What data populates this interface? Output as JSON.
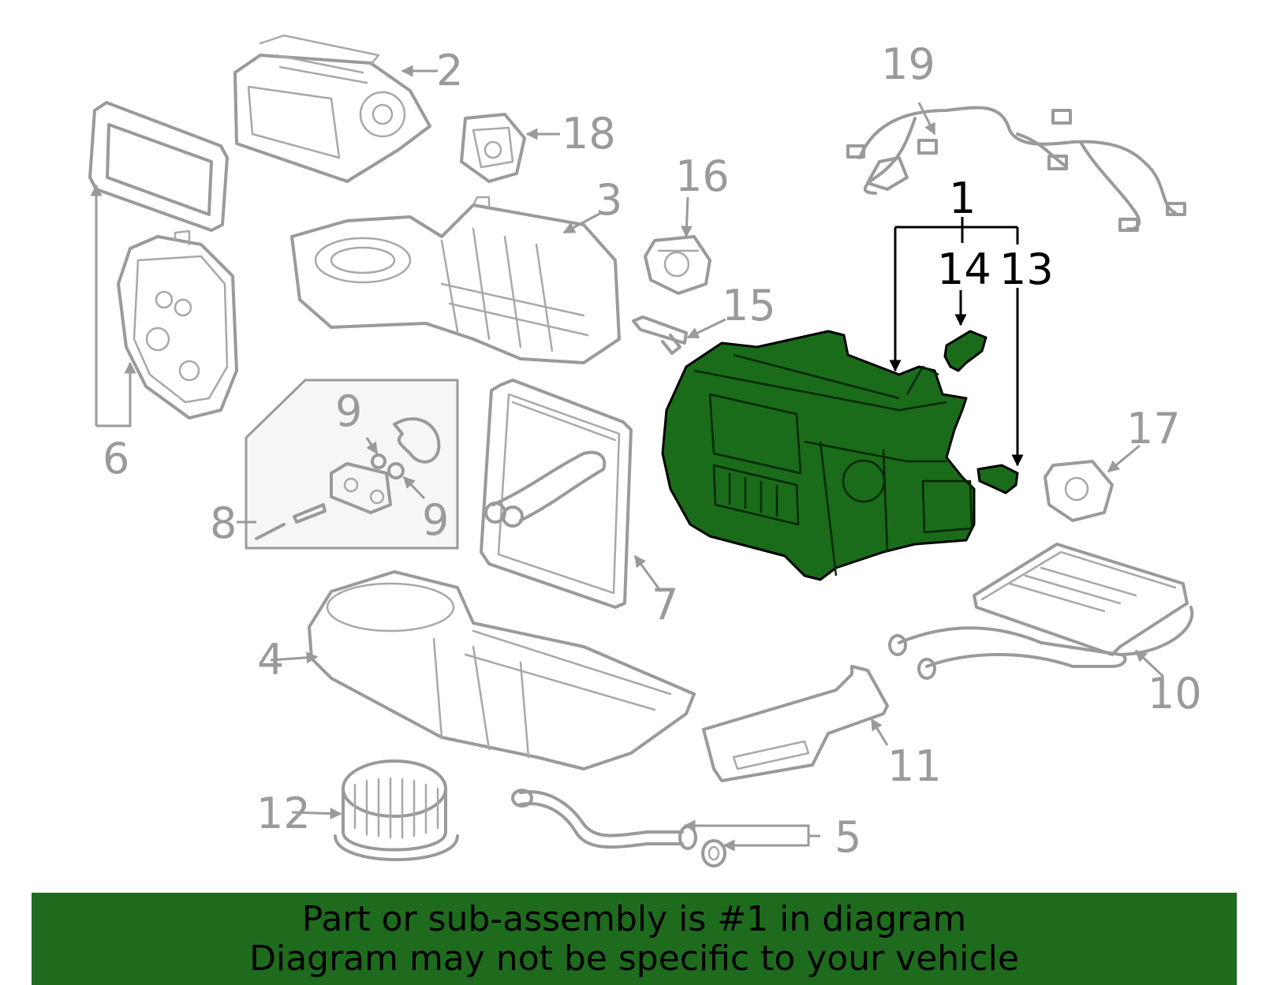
{
  "callouts": {
    "c1": "1",
    "c2": "2",
    "c3": "3",
    "c4": "4",
    "c5": "5",
    "c6": "6",
    "c7": "7",
    "c8": "8",
    "c9a": "9",
    "c9b": "9",
    "c10": "10",
    "c11": "11",
    "c12": "12",
    "c13": "13",
    "c14": "14",
    "c15": "15",
    "c16": "16",
    "c17": "17",
    "c18": "18",
    "c19": "19"
  },
  "banner": {
    "line1": "Part or sub-assembly is #1 in diagram",
    "line2": "Diagram may not be specific to your vehicle"
  },
  "colors": {
    "highlight": "#1a6b1a",
    "banner": "#1e6b1e",
    "line_art": "#9a9a9a"
  }
}
